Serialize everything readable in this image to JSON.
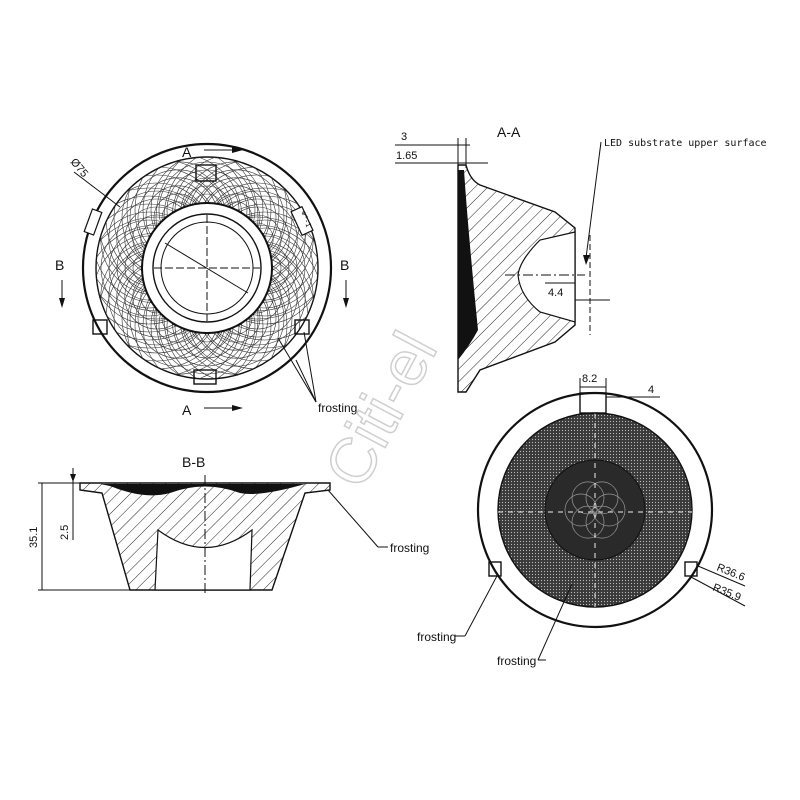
{
  "sections": {
    "a_top": "A",
    "a_bottom": "A",
    "b_left": "B",
    "b_right": "B",
    "a_a_title": "A-A",
    "b_b_title": "B-B"
  },
  "dimensions": {
    "diameter": "Ø75",
    "dim_3": "3",
    "dim_165": "1.65",
    "dim_44": "4.4",
    "dim_82": "8.2",
    "dim_4": "4",
    "dim_351": "35.1",
    "dim_25": "2.5",
    "r366": "R36.6",
    "r359": "R35.9"
  },
  "annotations": {
    "led_substrate": "LED substrate upper surface",
    "frosting_top": "frosting",
    "frosting_bb": "frosting",
    "frosting_br1": "frosting",
    "frosting_br2": "frosting",
    "tab_mark": "⊕*-I"
  },
  "watermark": "Citi-el"
}
